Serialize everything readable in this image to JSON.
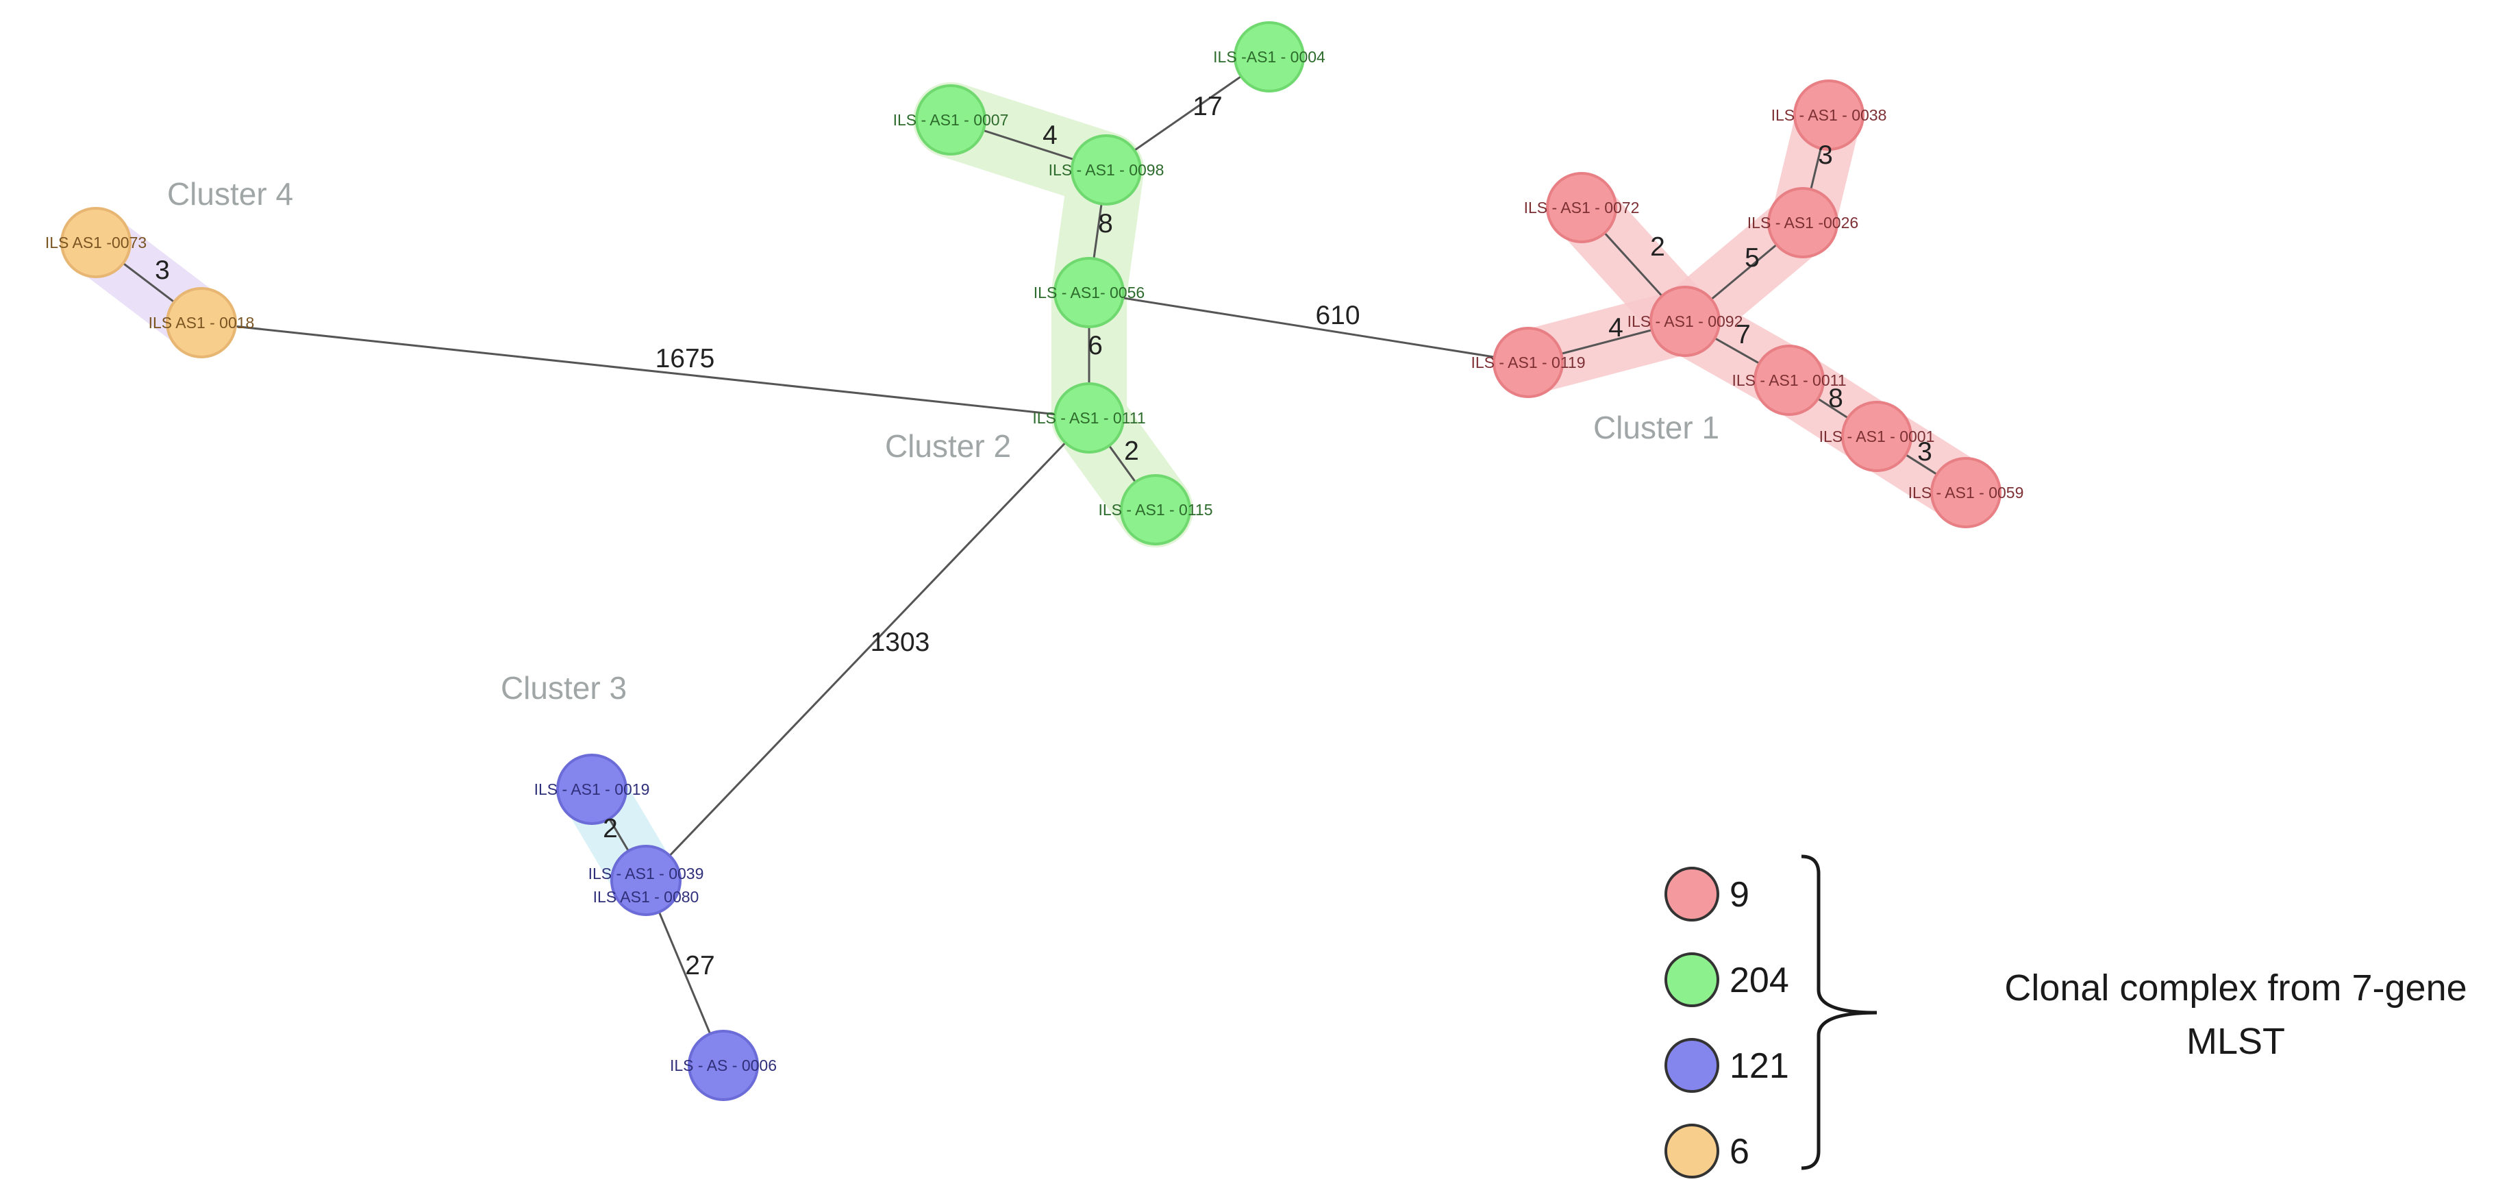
{
  "clusters": [
    {
      "id": "c1",
      "label": "Cluster 1"
    },
    {
      "id": "c2",
      "label": "Cluster 2"
    },
    {
      "id": "c3",
      "label": "Cluster 3"
    },
    {
      "id": "c4",
      "label": "Cluster 4"
    }
  ],
  "colors": {
    "red": {
      "fill": "#f49a9e",
      "stroke": "#e77f84",
      "text": "#7d3034",
      "halo": "#f8c9cb"
    },
    "green": {
      "fill": "#8cf08c",
      "stroke": "#6fd86f",
      "text": "#2c6b2c",
      "halo": "#dcf2cf"
    },
    "blue": {
      "fill": "#8585ee",
      "stroke": "#6c6cd9",
      "text": "#2f2f7a",
      "halo": "#d3f0f6"
    },
    "orange": {
      "fill": "#f8ce8c",
      "stroke": "#e8b673",
      "text": "#7a5522",
      "halo": "#e6dbf7"
    },
    "edge": "#555555"
  },
  "nodes": [
    {
      "id": "n0004",
      "label": "ILS -AS1 - 0004",
      "group": "green"
    },
    {
      "id": "n0007",
      "label": "ILS - AS1 - 0007",
      "group": "green"
    },
    {
      "id": "n0098",
      "label": "ILS - AS1 - 0098",
      "group": "green"
    },
    {
      "id": "n0056",
      "label": "ILS - AS1- 0056",
      "group": "green"
    },
    {
      "id": "n0111",
      "label": "ILS - AS1 - 0111",
      "group": "green"
    },
    {
      "id": "n0115",
      "label": "ILS - AS1 - 0115",
      "group": "green"
    },
    {
      "id": "n0073",
      "label": "ILS AS1 -0073",
      "group": "orange"
    },
    {
      "id": "n0018",
      "label": "ILS AS1 - 0018",
      "group": "orange"
    },
    {
      "id": "n0038",
      "label": "ILS - AS1 - 0038",
      "group": "red"
    },
    {
      "id": "n0072",
      "label": "ILS - AS1 - 0072",
      "group": "red"
    },
    {
      "id": "n0026",
      "label": "ILS - AS1 -0026",
      "group": "red"
    },
    {
      "id": "n0092",
      "label": "ILS - AS1 - 0092",
      "group": "red"
    },
    {
      "id": "n0119",
      "label": "ILS - AS1 - 0119",
      "group": "red"
    },
    {
      "id": "n0011",
      "label": "ILS - AS1 - 0011",
      "group": "red"
    },
    {
      "id": "n0001",
      "label": "ILS - AS1 - 0001",
      "group": "red"
    },
    {
      "id": "n0059",
      "label": "ILS - AS1 - 0059",
      "group": "red"
    },
    {
      "id": "n0019",
      "label": "ILS - AS1 - 0019",
      "group": "blue"
    },
    {
      "id": "n0039",
      "label": "ILS - AS1 - 0039",
      "label2": "ILS AS1 - 0080",
      "group": "blue"
    },
    {
      "id": "n0006",
      "label": "ILS - AS - 0006",
      "group": "blue"
    }
  ],
  "edges": [
    {
      "from": "n0098",
      "to": "n0004",
      "weight": "17"
    },
    {
      "from": "n0007",
      "to": "n0098",
      "weight": "4"
    },
    {
      "from": "n0098",
      "to": "n0056",
      "weight": "8"
    },
    {
      "from": "n0056",
      "to": "n0111",
      "weight": "6"
    },
    {
      "from": "n0111",
      "to": "n0115",
      "weight": "2"
    },
    {
      "from": "n0056",
      "to": "n0119",
      "weight": "610"
    },
    {
      "from": "n0018",
      "to": "n0111",
      "weight": "1675"
    },
    {
      "from": "n0073",
      "to": "n0018",
      "weight": "3"
    },
    {
      "from": "n0111",
      "to": "n0039",
      "weight": "1303"
    },
    {
      "from": "n0019",
      "to": "n0039",
      "weight": "2"
    },
    {
      "from": "n0039",
      "to": "n0006",
      "weight": "27"
    },
    {
      "from": "n0038",
      "to": "n0026",
      "weight": "3"
    },
    {
      "from": "n0026",
      "to": "n0092",
      "weight": "5"
    },
    {
      "from": "n0072",
      "to": "n0092",
      "weight": "2"
    },
    {
      "from": "n0119",
      "to": "n0092",
      "weight": "4"
    },
    {
      "from": "n0092",
      "to": "n0011",
      "weight": "7"
    },
    {
      "from": "n0011",
      "to": "n0001",
      "weight": "8"
    },
    {
      "from": "n0001",
      "to": "n0059",
      "weight": "3"
    }
  ],
  "legend": {
    "items": [
      {
        "value": "9",
        "group": "red"
      },
      {
        "value": "204",
        "group": "green"
      },
      {
        "value": "121",
        "group": "blue"
      },
      {
        "value": "6",
        "group": "orange"
      }
    ],
    "caption_line1": "Clonal complex from 7-gene",
    "caption_line2": "MLST"
  }
}
